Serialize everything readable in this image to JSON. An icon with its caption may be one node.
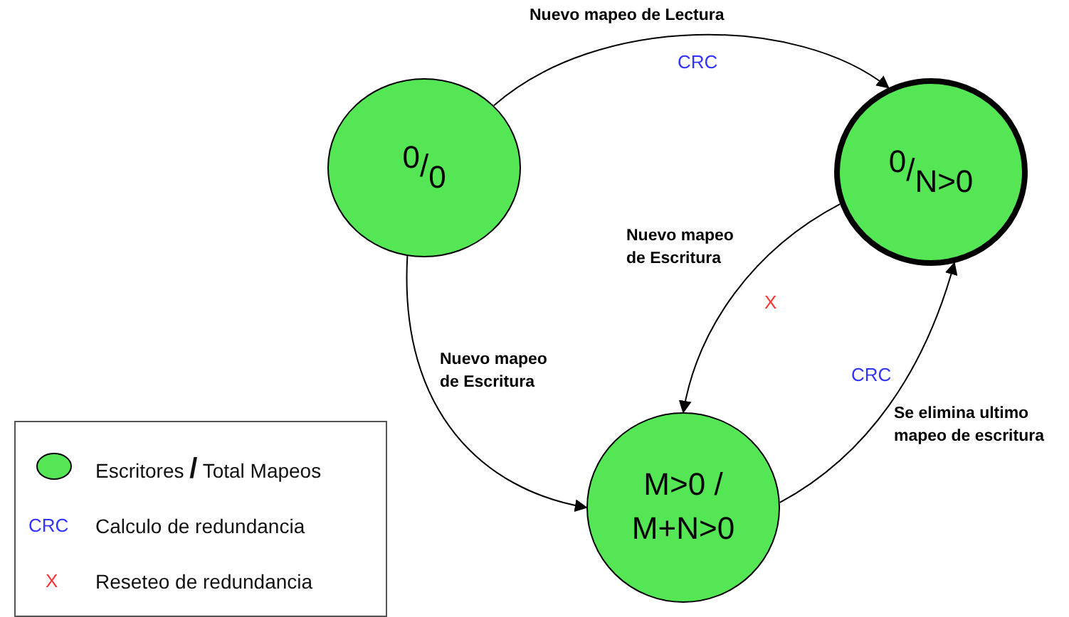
{
  "diagram": {
    "nodes": [
      {
        "text": [
          "$^{0}$/$_{0}$"
        ]
      },
      {
        "text": [
          "$^{0}$/$_{N>0}$"
        ]
      },
      {
        "text": [
          "M>0 / M+N>0"
        ]
      }
    ],
    "edges": [
      {
        "from": 0,
        "to": 1,
        "arrow": "to",
        "label": "Nuevo mapeo de Lectura"
      },
      {
        "from": 0,
        "to": 2,
        "arrow": "to",
        "label": "Nuevo mapeo de Escritura"
      },
      {
        "from": 1,
        "to": 2,
        "arrow": "to",
        "label": "Nuevo mapeo de Escritura"
      },
      {
        "from": 2,
        "to": 1,
        "arrow": "to",
        "label": "Se elimina ultimo mapeo de escritura"
      }
    ],
    "labels": [
      "CRC",
      "X",
      "CRC",
      "CRC",
      "X"
    ],
    "legend": [
      {
        "text": "Escritores **/** Total Mapeos",
        "color": "#55e655"
      },
      {
        "text": "Calculo de redundancia"
      },
      {
        "text": "Reseteo de redundancia"
      }
    ]
  }
}
